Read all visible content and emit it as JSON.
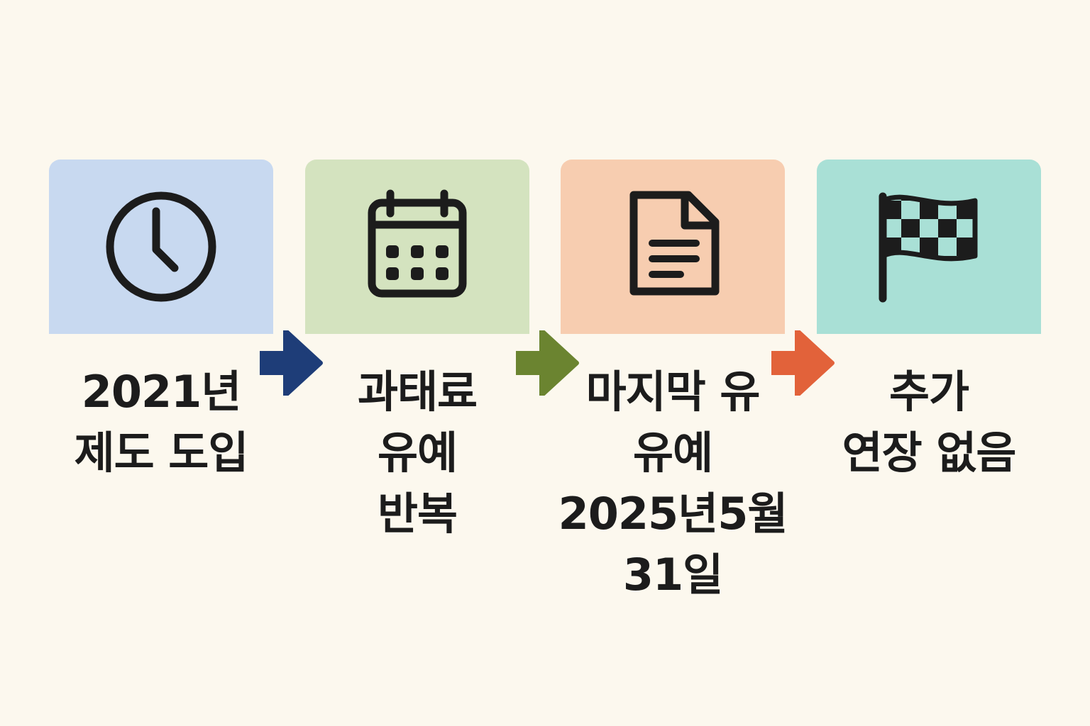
{
  "colors": {
    "background": "#fcf8ee",
    "step1": "#c8d9f0",
    "step2": "#d4e3bf",
    "step3": "#f7cdb0",
    "step4": "#a9e0d6",
    "arrow1": "#1e3d78",
    "arrow2": "#6b8430",
    "arrow3": "#e2623a",
    "icon": "#1c1c1c"
  },
  "steps": [
    {
      "icon": "clock-icon",
      "lines": [
        "2021년",
        "제도 도입"
      ]
    },
    {
      "icon": "calendar-icon",
      "lines": [
        "과태료",
        "유예",
        "반복"
      ]
    },
    {
      "icon": "document-icon",
      "lines": [
        "마지막 유",
        "유예",
        "2025년5월",
        "31일"
      ]
    },
    {
      "icon": "checkered-flag-icon",
      "lines": [
        "추가",
        "연장 없음"
      ]
    }
  ]
}
